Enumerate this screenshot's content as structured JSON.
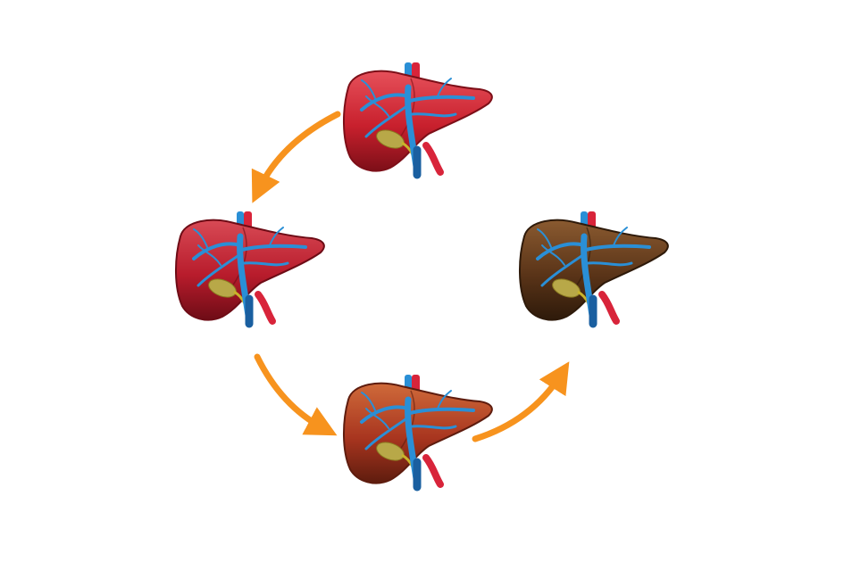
{
  "diagram": {
    "arrow_color": "#f7931e",
    "stages": [
      {
        "id": "healthy",
        "icon": "healthy-liver-icon",
        "colors": {
          "base": "#c8202d",
          "light": "#e6505a",
          "dark": "#7d0f18",
          "spots": "",
          "spot_density": 0
        }
      },
      {
        "id": "fatty",
        "icon": "fatty-liver-icon",
        "colors": {
          "base": "#b81c2c",
          "light": "#d84a55",
          "dark": "#6e0c16",
          "spots": "#e89aa0",
          "spot_density": 10
        }
      },
      {
        "id": "fibrosis",
        "icon": "fibrotic-liver-icon",
        "colors": {
          "base": "#a8351f",
          "light": "#cf6a3a",
          "dark": "#5e1c0e",
          "spots": "#d98a52",
          "spot_density": 18
        }
      },
      {
        "id": "cirrhosis",
        "icon": "cirrhotic-liver-icon",
        "colors": {
          "base": "#5a3418",
          "light": "#8a5a30",
          "dark": "#2e1a0a",
          "spots": "#e8d2b0",
          "spot_density": 60
        }
      }
    ],
    "vessel_colors": {
      "vein": "#2a8fd6",
      "vein_dark": "#1a5fa0",
      "artery": "#d8243a",
      "bile": "#c9b42a",
      "gallbladder": "#b8a848"
    }
  }
}
